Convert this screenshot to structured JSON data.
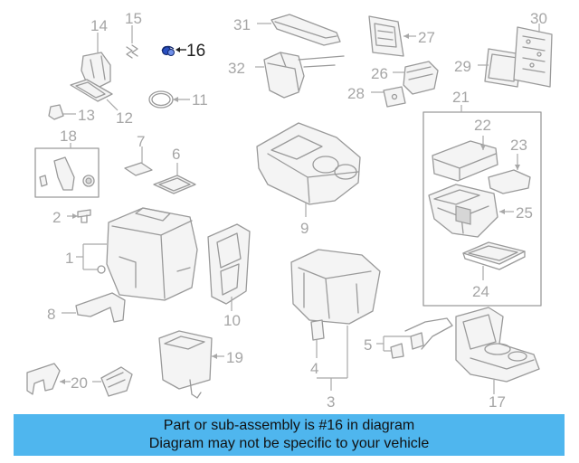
{
  "callouts": {
    "c1": "1",
    "c2": "2",
    "c3": "3",
    "c4": "4",
    "c5": "5",
    "c6": "6",
    "c7": "7",
    "c8": "8",
    "c9": "9",
    "c10": "10",
    "c11": "11",
    "c12": "12",
    "c13": "13",
    "c14": "14",
    "c15": "15",
    "c16": "16",
    "c17": "17",
    "c18": "18",
    "c19": "19",
    "c20": "20",
    "c21": "21",
    "c22": "22",
    "c23": "23",
    "c24": "24",
    "c25": "25",
    "c26": "26",
    "c27": "27",
    "c28": "28",
    "c29": "29",
    "c30": "30",
    "c31": "31",
    "c32": "32"
  },
  "highlighted_part": "16",
  "colors": {
    "banner_bg": "#4fb6ee",
    "highlight": "#1a3fa8",
    "line_art": "#9a9a9a"
  },
  "banner": {
    "line1": "Part or sub-assembly is #16 in diagram",
    "line2": "Diagram may not be specific to your vehicle"
  }
}
